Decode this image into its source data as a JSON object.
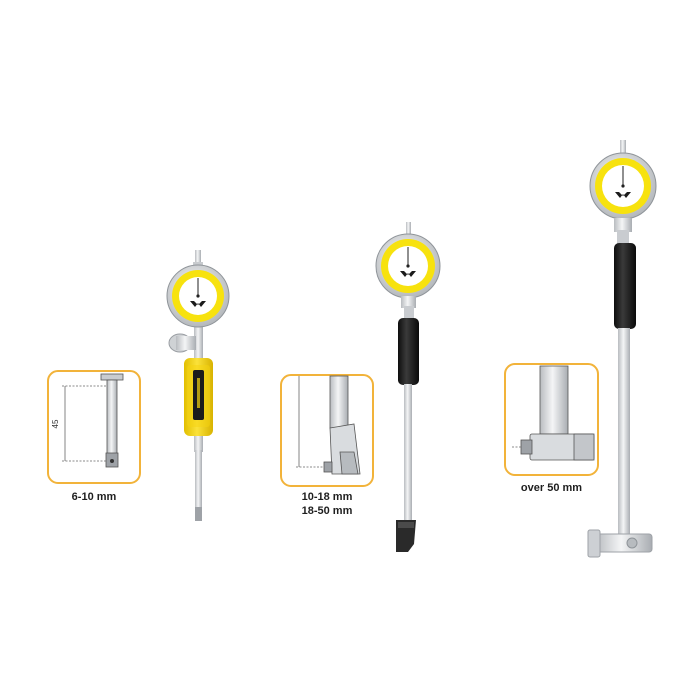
{
  "detail_boxes": [
    {
      "dimension": "45",
      "caption": "6-10 mm"
    },
    {
      "caption_line1": "10-18 mm",
      "caption_line2": "18-50 mm"
    },
    {
      "caption": "over 50 mm"
    }
  ],
  "colors": {
    "box_border": "#f2b33a",
    "dial_yellow": "#f7e20e",
    "grip_yellow": "#f5d410",
    "grip_black": "#1c1c1c",
    "metal": "#d9dcdf"
  }
}
